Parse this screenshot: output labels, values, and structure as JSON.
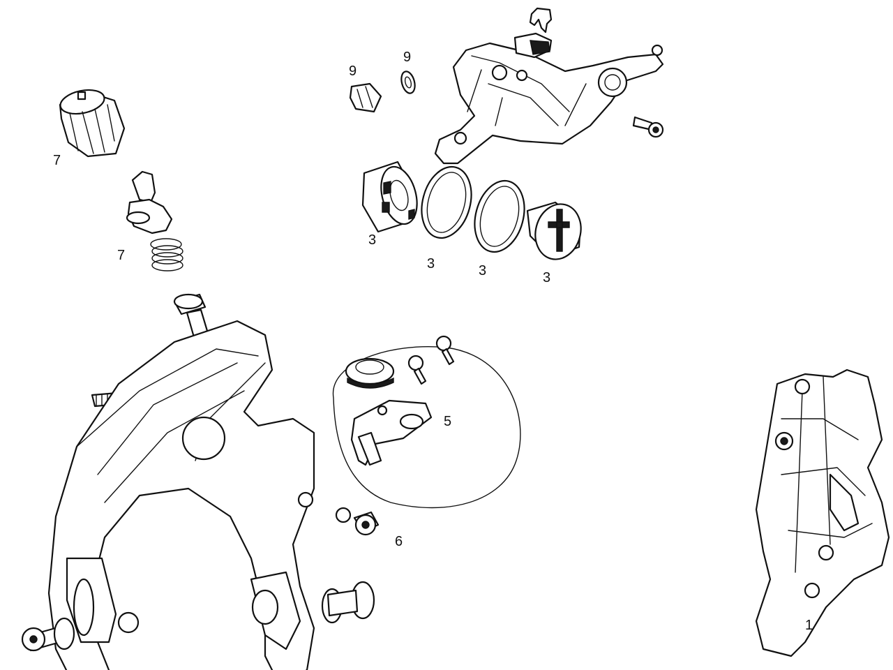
{
  "labels": {
    "label_9a": "9",
    "label_9b": "9",
    "label_7a": "7",
    "label_7b": "7",
    "label_3a": "3",
    "label_3b": "3",
    "label_3c": "3",
    "label_3d": "3",
    "label_5": "5",
    "label_6": "6",
    "label_1": "1"
  },
  "colors": {
    "line": "#111111",
    "background": "#ffffff"
  }
}
